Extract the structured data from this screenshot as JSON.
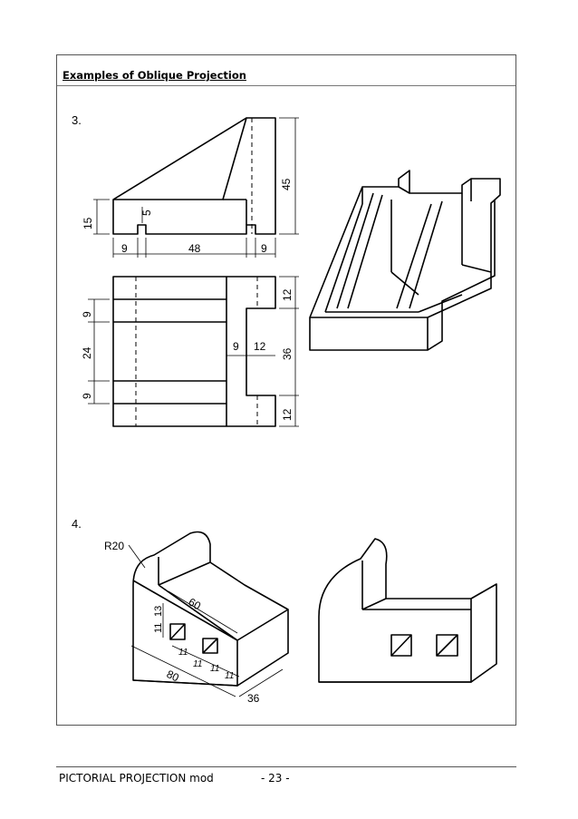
{
  "header": {
    "title": "Examples of Oblique Projection"
  },
  "figure3": {
    "number": "3.",
    "dims": {
      "d15": "15",
      "d5": "5",
      "d45": "45",
      "d9a": "9",
      "d48": "48",
      "d9b": "9",
      "d9c": "9",
      "d24": "24",
      "d9d": "9",
      "d9e": "9",
      "d12a": "12",
      "d12b": "12",
      "d36": "36",
      "d12c": "12"
    }
  },
  "figure4": {
    "number": "4.",
    "dims": {
      "r20": "R20",
      "d60": "60",
      "d11a": "11",
      "d13": "13",
      "d11b": "11",
      "d11c": "11",
      "d11d": "11",
      "d11e": "11",
      "d80": "80",
      "d36": "36"
    }
  },
  "footer": {
    "left": "PICTORIAL PROJECTION mod",
    "right": "- 23 -"
  }
}
